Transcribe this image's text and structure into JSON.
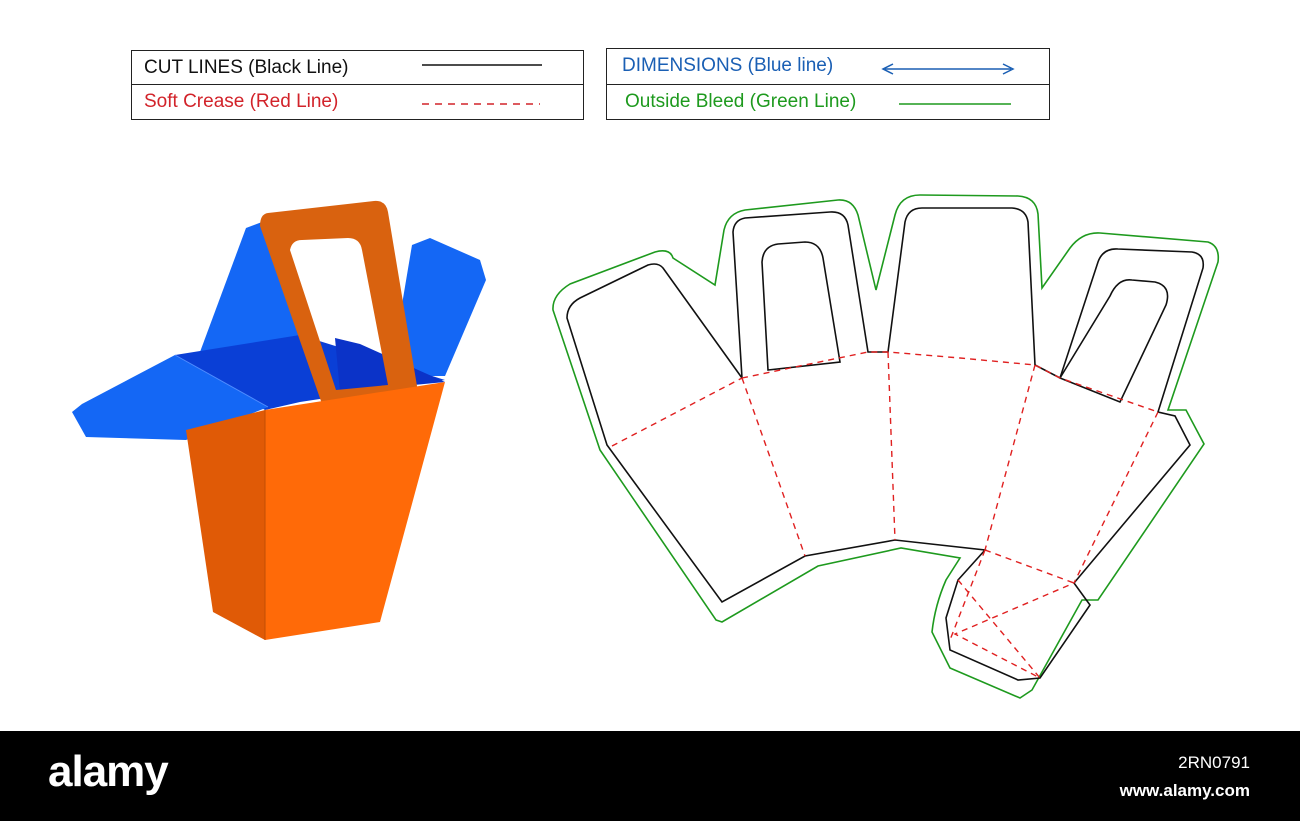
{
  "legend": {
    "cut_lines": {
      "label": "CUT LINES (Black Line)",
      "color": "#111111"
    },
    "soft_crease": {
      "label": "Soft Crease (Red Line)",
      "color": "#d2232a"
    },
    "dimensions": {
      "label": "DIMENSIONS (Blue line)",
      "color": "#1a5fb4"
    },
    "outside_bleed": {
      "label": "Outside Bleed (Green Line)",
      "color": "#1e9a1e"
    }
  },
  "colors": {
    "box_orange": "#ff6a08",
    "box_orange_dark": "#e05a06",
    "handle_orange": "#d9620f",
    "lid_blue": "#1467f5",
    "lid_blue_dark": "#0a3fd6",
    "cut": "#111111",
    "crease": "#e02020",
    "bleed": "#1e9a1e"
  },
  "footer": {
    "brand": "alamy",
    "image_id": "2RN0791",
    "site": "www.alamy.com"
  }
}
